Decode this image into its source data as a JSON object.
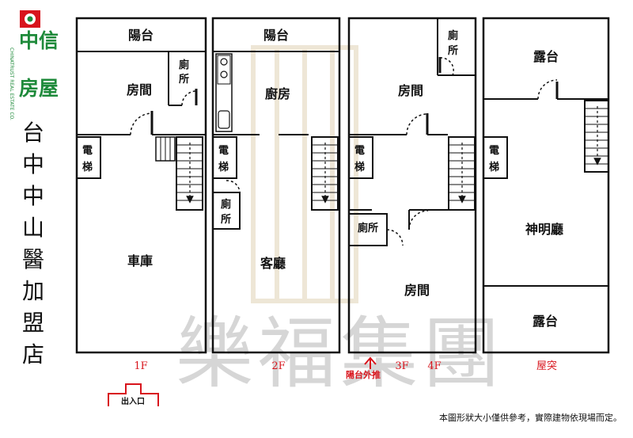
{
  "brand": {
    "name": "中信房屋",
    "name_line1": "中信",
    "name_line2": "房屋",
    "english": "CHINATRUST REAL ESTATE CO.",
    "color": "#1e8a3a"
  },
  "store_title_chars": [
    "台",
    "中",
    "中",
    "山",
    "醫",
    "加",
    "盟",
    "店"
  ],
  "watermark": "樂福集團",
  "disclaimer": "本圖形狀大小僅供參考，實際建物依現場而定。",
  "entrance": "出入口",
  "balcony_push": "陽台外推",
  "floor_labels": {
    "f1": "1F",
    "f2": "2F",
    "f3": "3F",
    "f4": "4F",
    "roof": "屋突"
  },
  "rooms": {
    "f1": {
      "balcony": "陽台",
      "bedroom": "房間",
      "toilet": "廁所",
      "elevator": "電梯",
      "garage": "車庫"
    },
    "f2": {
      "balcony": "陽台",
      "kitchen": "廚房",
      "elevator": "電梯",
      "toilet": "廁所",
      "living": "客廳"
    },
    "f3": {
      "toilet_top": "廁所",
      "bedroom_top": "房間",
      "elevator": "電梯",
      "toilet_mid": "廁所",
      "bedroom_bottom": "房間"
    },
    "roof": {
      "terrace_top": "露台",
      "elevator": "電梯",
      "shrine": "神明廳",
      "terrace_bottom": "露台"
    }
  },
  "colors": {
    "wall": "#111111",
    "accent_red": "#d8141c",
    "watermark": "#d6d6d6",
    "logo_green": "#1e8a3a"
  }
}
